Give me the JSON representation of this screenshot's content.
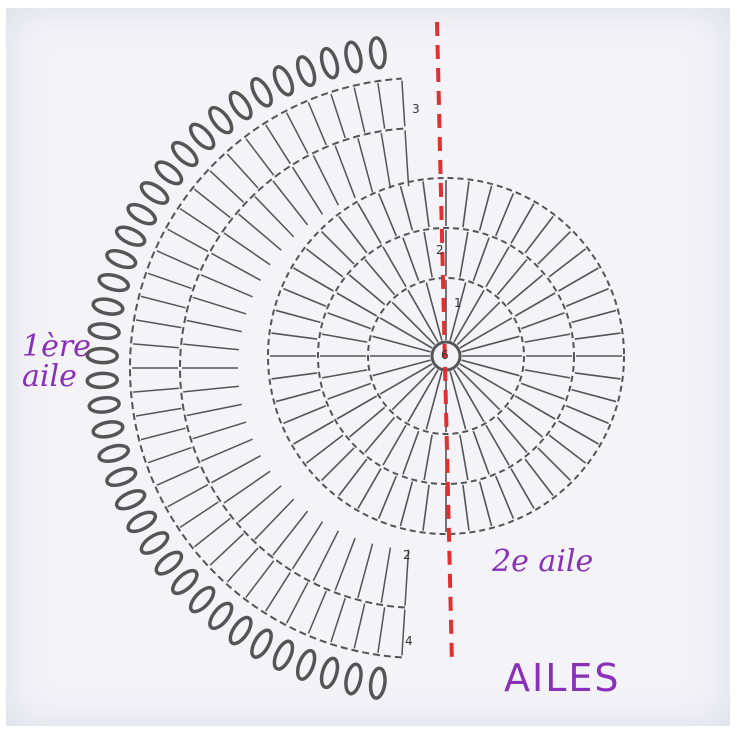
{
  "labels": {
    "first_wing": "1ère aile",
    "second_wing": "2e aile",
    "title": "AILES"
  },
  "round_numbers": {
    "center": "6",
    "r1": "1",
    "r2": "2",
    "r3": "3",
    "r2_lower": "2",
    "r4": "4"
  },
  "colors": {
    "ink": "#555555",
    "handwriting": "#8a2fb8",
    "fold_line": "#e03030"
  }
}
